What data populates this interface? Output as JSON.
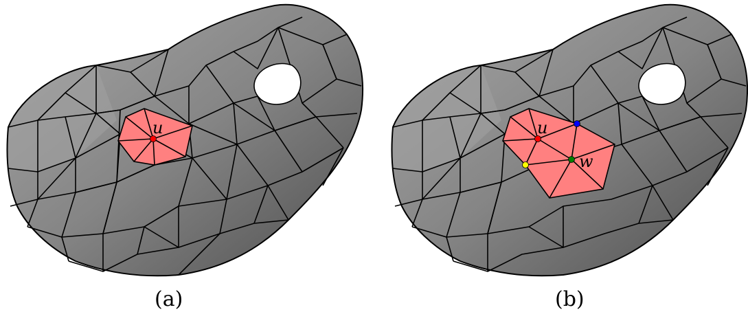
{
  "panels": [
    {
      "id": "a",
      "caption": "(a)",
      "vertex_labels": {
        "u": "u"
      },
      "highlight_color": "#ff8080",
      "vertices": [
        {
          "name": "u",
          "color": "#ff0000"
        }
      ]
    },
    {
      "id": "b",
      "caption": "(b)",
      "vertex_labels": {
        "u": "u",
        "w": "w"
      },
      "highlight_color": "#ff8080",
      "vertices": [
        {
          "name": "u",
          "color": "#ff0000"
        },
        {
          "name": "w",
          "color": "#008000"
        },
        {
          "name": "blue-vertex",
          "color": "#0000ff"
        },
        {
          "name": "yellow-vertex",
          "color": "#ffff00"
        }
      ]
    }
  ],
  "mesh": {
    "light_color": "#a8a8a8",
    "mid_color": "#8a8a8a",
    "dark_color": "#555555",
    "edge_color": "#000000",
    "hole_color": "#ffffff"
  }
}
